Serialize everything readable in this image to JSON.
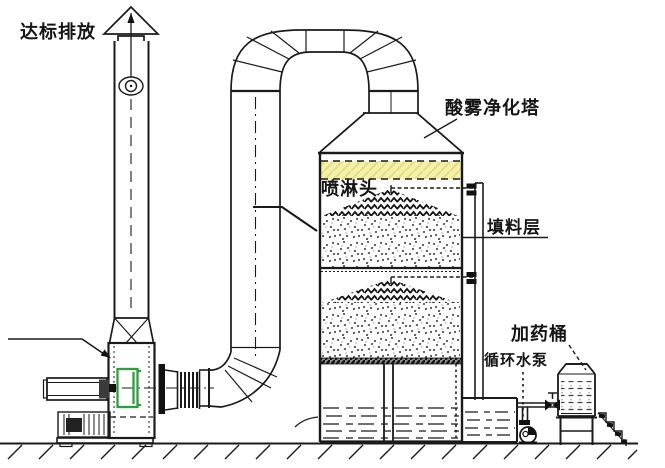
{
  "diagram": {
    "labels": {
      "emission": "达标排放",
      "tower": "酸雾净化塔",
      "spray_head": "喷淋头",
      "packing_layer": "填料层",
      "dosing_barrel": "加药桶",
      "circulating_pump": "循环水泵"
    },
    "colors": {
      "highlight_green": "#2f9e3f",
      "band_yellow": "#f4f1ab",
      "line_dark": "#1a1a1a",
      "background": "#ffffff"
    }
  }
}
